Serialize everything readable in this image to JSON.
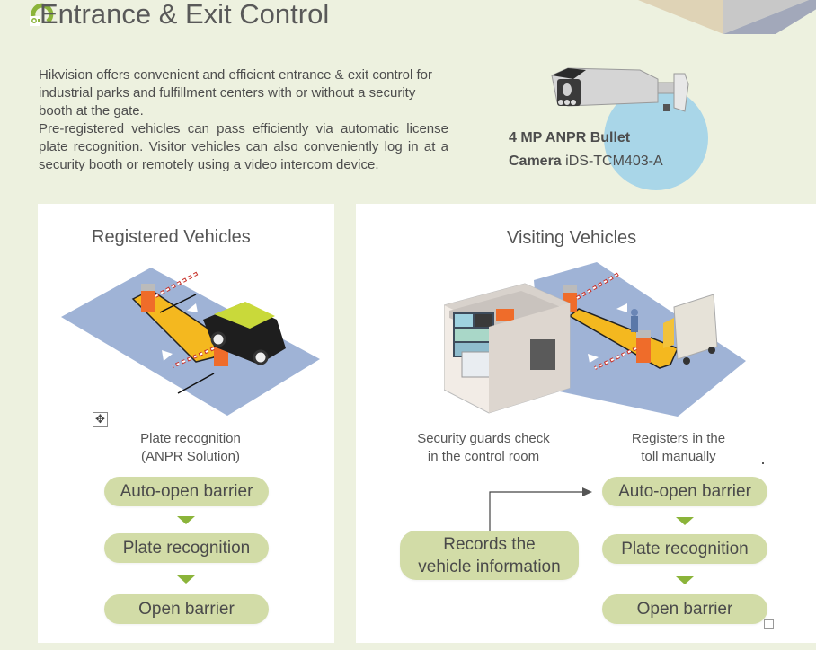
{
  "header": {
    "title": "Entrance & Exit Control",
    "logo_icon": "hikvision-logo-icon"
  },
  "intro": {
    "paragraph1": "Hikvision offers convenient and efficient entrance & exit control for industrial parks and fulfillment centers with or without a security booth at the gate.",
    "paragraph2": "Pre-registered vehicles can pass efficiently via automatic license plate recognition. Visitor vehicles can also conveniently log in at a security booth or remotely using a video intercom device."
  },
  "product": {
    "name_bold_line1": "4 MP ANPR Bullet",
    "name_bold_line2": "Camera",
    "model": "iDS-TCM403-A",
    "accent_color": "#a9d6e8"
  },
  "registered": {
    "title": "Registered Vehicles",
    "caption_line1": "Plate recognition",
    "caption_line2": "(ANPR Solution)",
    "steps": [
      "Auto-open barrier",
      "Plate recognition",
      "Open barrier"
    ]
  },
  "visiting": {
    "title": "Visiting Vehicles",
    "left_caption_line1": "Security guards check",
    "left_caption_line2": "in the control room",
    "right_caption_line1": "Registers in the",
    "right_caption_line2": "toll manually",
    "record_step_line1": "Records the",
    "record_step_line2": "vehicle information",
    "steps": [
      "Auto-open barrier",
      "Plate recognition",
      "Open barrier"
    ]
  },
  "colors": {
    "background": "#edf1df",
    "pill": "#d2dca7",
    "arrow": "#8bb43a",
    "road": "#9fb3d6",
    "barrier_base": "#f4b81f",
    "barrier_post": "#ef6c2a"
  }
}
